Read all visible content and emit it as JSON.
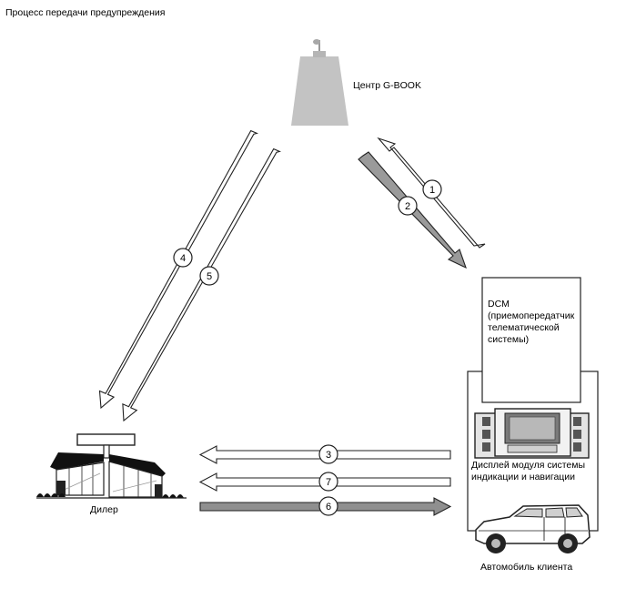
{
  "page_title": "Процесс передачи предупреждения",
  "center": {
    "label": "Центр G-BOOK"
  },
  "dcm": {
    "lines": [
      "DCM",
      "(приемопередатчик",
      "телематической",
      "системы)"
    ]
  },
  "display": {
    "lines": [
      "Дисплей модуля системы",
      "индикации и навигации"
    ]
  },
  "vehicle": {
    "label": "Автомобиль клиента"
  },
  "dealer": {
    "label": "Дилер"
  },
  "steps": [
    "1",
    "2",
    "3",
    "4",
    "5",
    "6",
    "7"
  ]
}
